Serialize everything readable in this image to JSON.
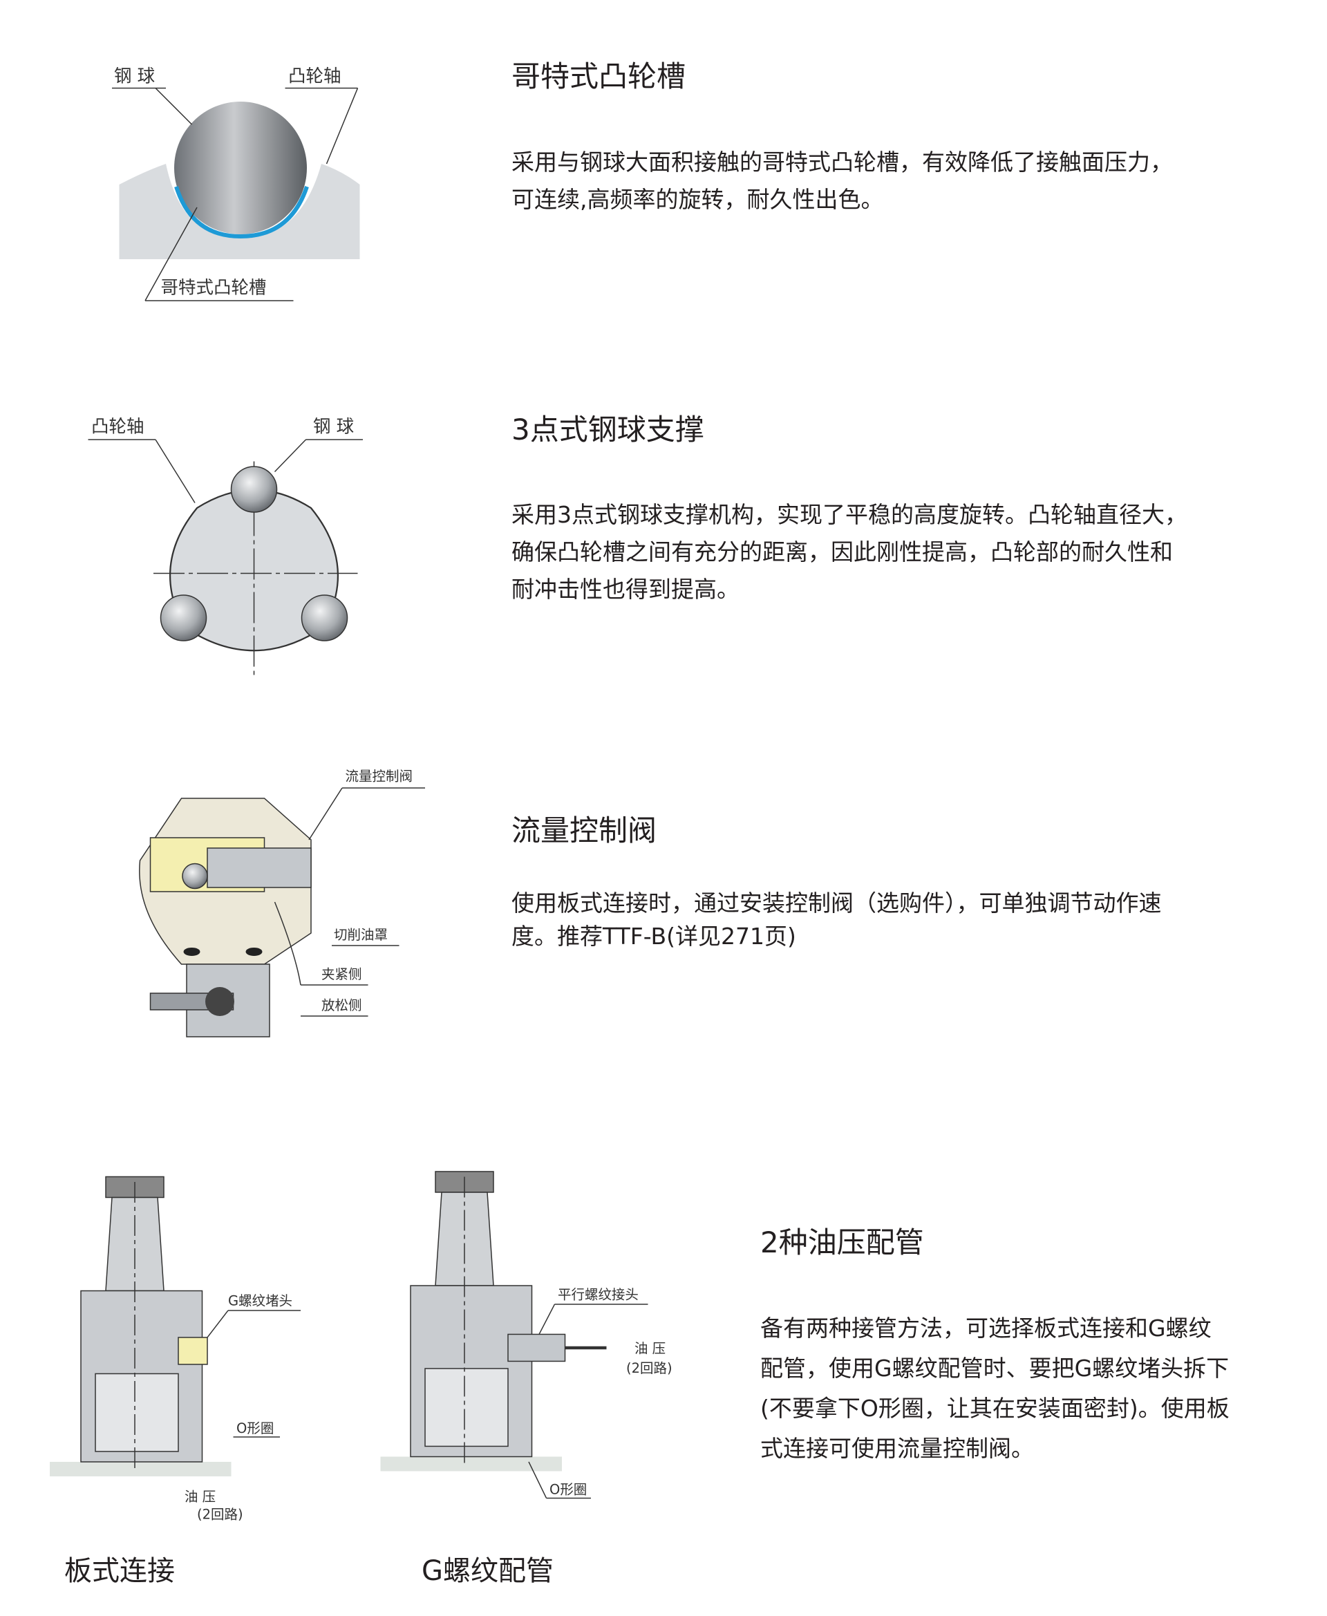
{
  "sections": [
    {
      "title": "哥特式凸轮槽",
      "lines": [
        "采用与钢球大面积接触的哥特式凸轮槽，有效降低了接触面压力，",
        "可连续,高频率的旋转，耐久性出色。"
      ],
      "labels": {
        "ball": "钢 球",
        "cam": "凸轮轴",
        "groove": "哥特式凸轮槽"
      }
    },
    {
      "title": "3点式钢球支撑",
      "lines": [
        "采用3点式钢球支撑机构，实现了平稳的高度旋转。凸轮轴直径大，",
        "确保凸轮槽之间有充分的距离，因此刚性提高，凸轮部的耐久性和",
        "耐冲击性也得到提高。"
      ],
      "labels": {
        "cam": "凸轮轴",
        "ball": "钢 球"
      }
    },
    {
      "title": "流量控制阀",
      "lines": [
        "使用板式连接时，通过安装控制阀（选购件），可单独调节动作速",
        "度。推荐TTF-B(详见271页)"
      ],
      "labels": {
        "valve": "流量控制阀",
        "cover": "切削油罩",
        "clamp": "夹紧侧",
        "release": "放松侧"
      }
    },
    {
      "title": "2种油压配管",
      "lines": [
        "备有两种接管方法，可选择板式连接和G螺纹",
        "配管，使用G螺纹配管时、要把G螺纹堵头拆下",
        "(不要拿下O形圈，让其在安装面密封)。使用板",
        "式连接可使用流量控制阀。"
      ],
      "left": {
        "caption": "板式连接",
        "plug": "G螺纹堵头",
        "oring": "O形圈",
        "oil": "油 压",
        "circuit": "(2回路)"
      },
      "right": {
        "caption": "G螺纹配管",
        "fitting": "平行螺纹接头",
        "oil": "油 压",
        "circuit": "(2回路)",
        "oring": "O形圈"
      }
    }
  ],
  "colors": {
    "groove": "#1e9ad6",
    "body": "#d9dcdf",
    "ball": "#9a9ea3",
    "oring": "#222222",
    "cover": "#ece8d8"
  }
}
